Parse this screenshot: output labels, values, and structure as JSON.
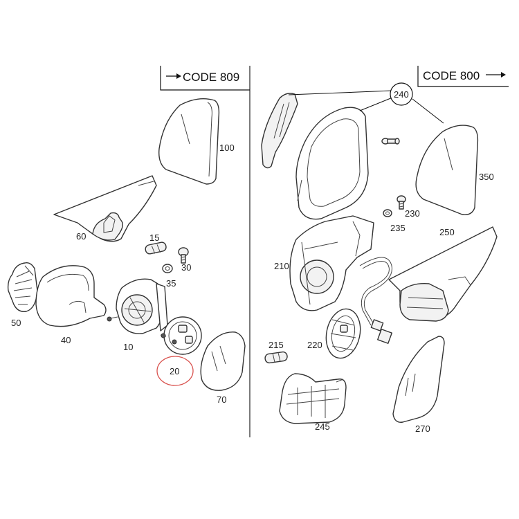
{
  "headers": {
    "left": "CODE 809",
    "right": "CODE 800"
  },
  "callouts": {
    "p100": "100",
    "p60": "60",
    "p15": "15",
    "p30_left": "30",
    "p35": "35",
    "p50": "50",
    "p40": "40",
    "p10": "10",
    "p20": "20",
    "p70": "70",
    "p240": "240",
    "p350": "350",
    "p230": "230",
    "p235": "235",
    "p250": "250",
    "p210": "210",
    "p215": "215",
    "p220": "220",
    "p245": "245",
    "p270": "270"
  },
  "highlight": {
    "part": "20",
    "color": "#d9534f"
  },
  "colors": {
    "line": "#333333",
    "text": "#222222",
    "background": "#ffffff"
  }
}
